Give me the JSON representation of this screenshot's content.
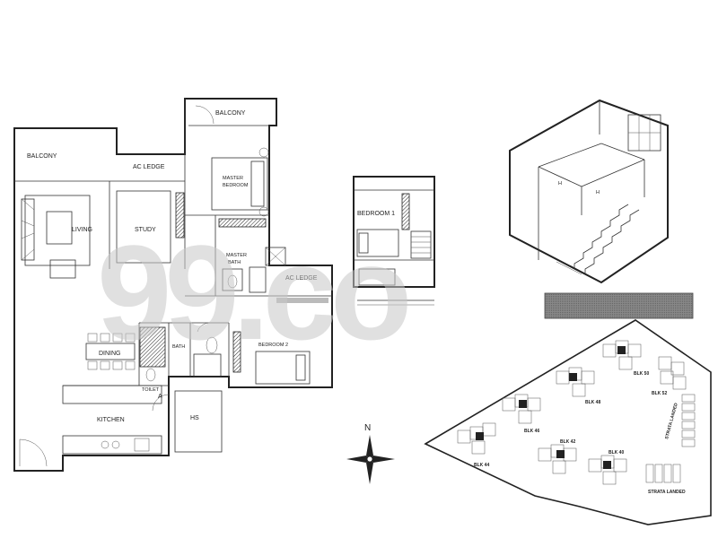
{
  "watermark": "99.co",
  "compass": {
    "north_label": "N"
  },
  "floor_plan": {
    "rooms": {
      "balcony_left": "BALCONY",
      "ac_ledge_top": "AC LEDGE",
      "balcony_master": "BALCONY",
      "master_bedroom_line1": "MASTER",
      "master_bedroom_line2": "BEDROOM",
      "living": "LIVING",
      "study": "STUDY",
      "master_bath_line1": "MASTER",
      "master_bath_line2": "BATH",
      "ac_ledge_right": "AC LEDGE",
      "dining": "DINING",
      "bath": "BATH",
      "bedroom2": "BEDROOM 2",
      "toilet": "TOILET",
      "kitchen": "KITCHEN",
      "hs": "HS",
      "bedroom1": "BEDROOM 1",
      "marker_a": "A"
    }
  },
  "site_plan": {
    "blocks": [
      "BLK 44",
      "BLK 46",
      "BLK 48",
      "BLK 50",
      "BLK 52",
      "BLK 42",
      "BLK 40"
    ],
    "strata_landed_right": "STRATA LANDED",
    "strata_landed_bottom": "STRATA LANDED"
  }
}
